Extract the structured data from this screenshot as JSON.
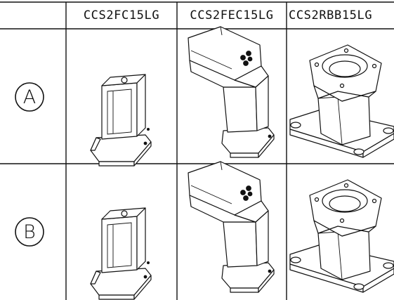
{
  "table": {
    "columns": [
      "CCS2FC15LG",
      "CCS2FEC15LG",
      "CCS2RBB15LG"
    ],
    "rows": [
      {
        "label": "A"
      },
      {
        "label": "B"
      }
    ]
  }
}
